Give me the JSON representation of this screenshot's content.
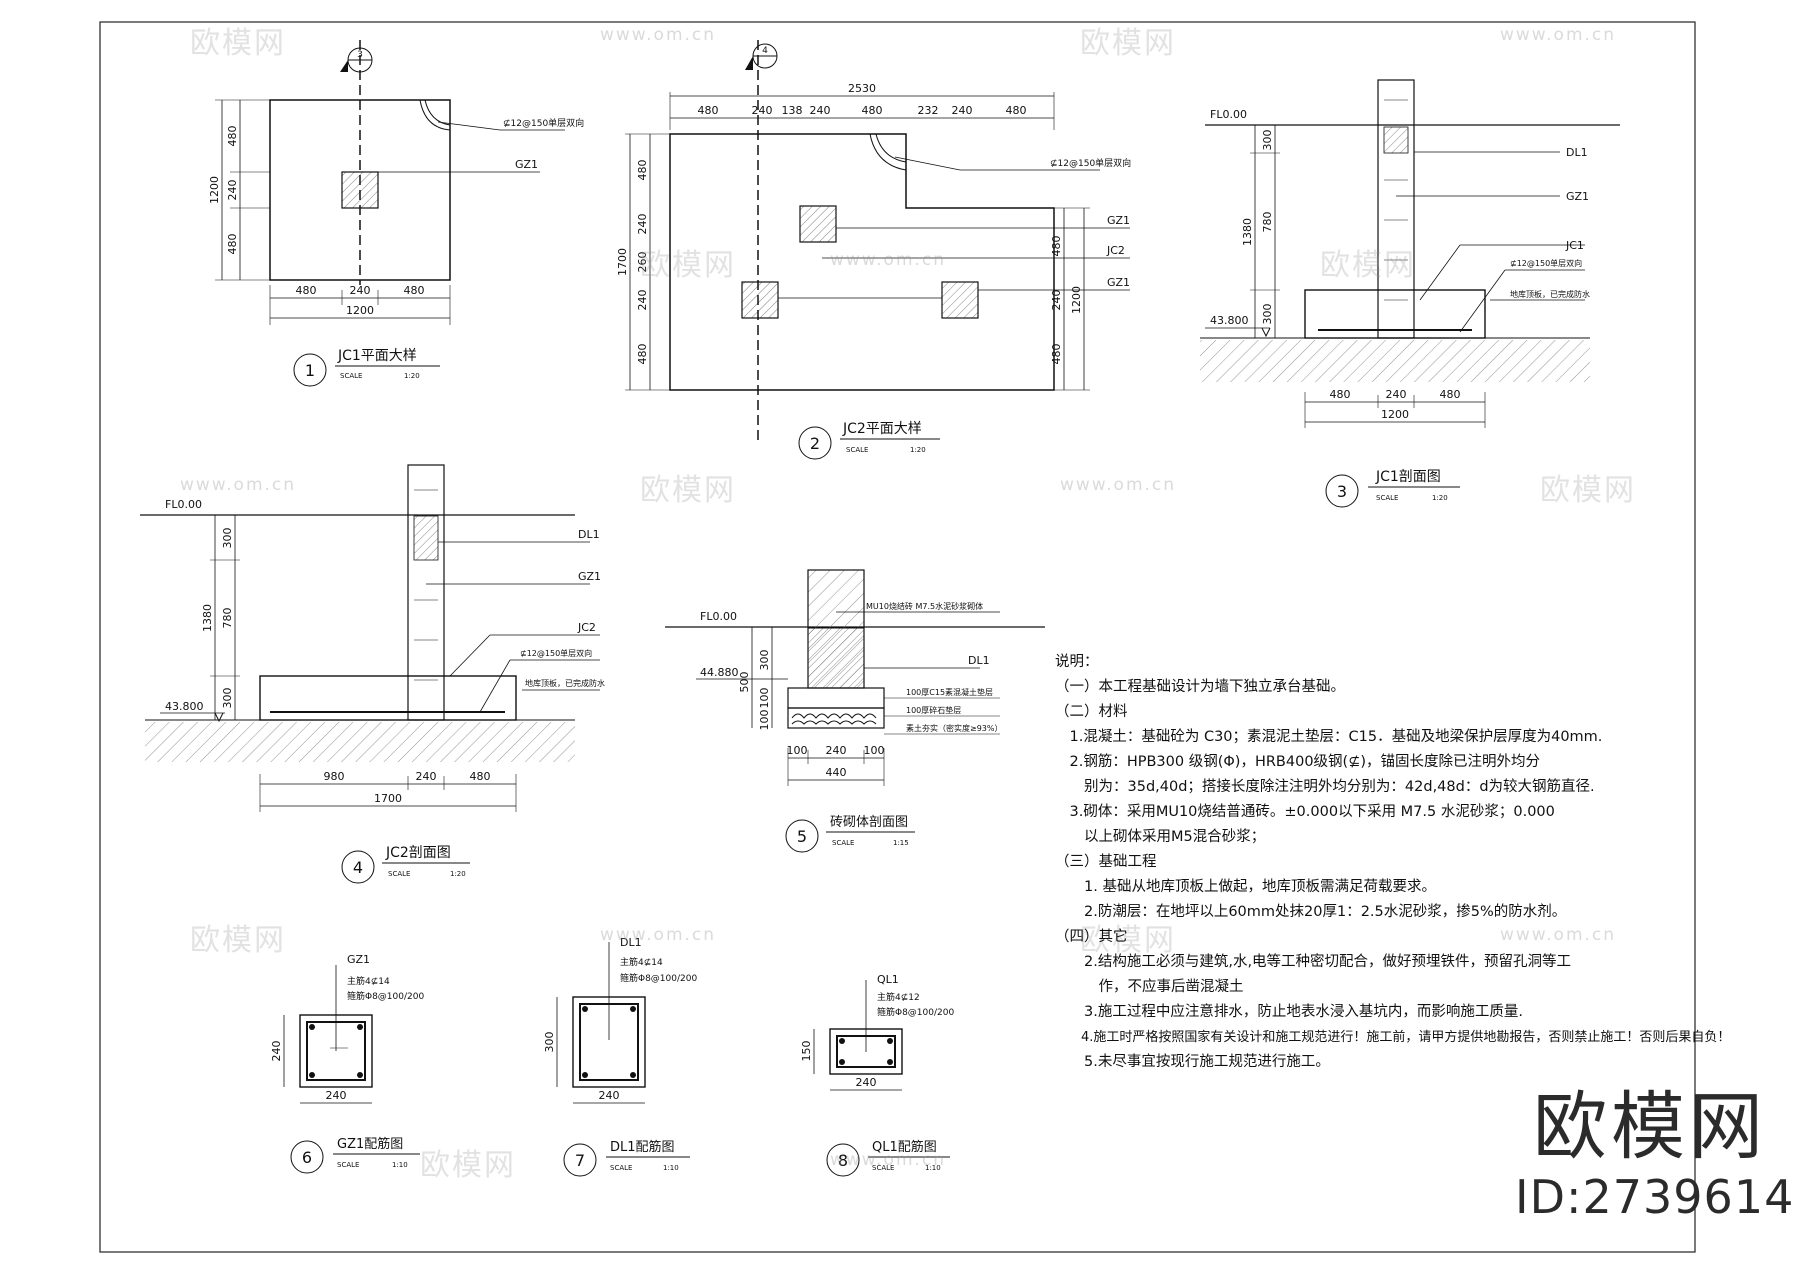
{
  "drawings": {
    "d1": {
      "num": "1",
      "title": "JC1平面大样",
      "scale_label": "SCALE",
      "scale": "1:20",
      "dims_x": [
        "480",
        "240",
        "480"
      ],
      "dim_total_x": "1200",
      "dims_y": [
        "480",
        "240",
        "480"
      ],
      "dim_total_y": "1200",
      "labels": {
        "rebar": "⊈12@150单层双向",
        "col": "GZ1"
      },
      "section_mark": "3"
    },
    "d2": {
      "num": "2",
      "title": "JC2平面大样",
      "scale_label": "SCALE",
      "scale": "1:20",
      "dims_top": [
        "480",
        "240",
        "138",
        "240",
        "480",
        "232",
        "240",
        "480"
      ],
      "dim_total_top": "2530",
      "dims_left": [
        "480",
        "240",
        "260",
        "240",
        "480"
      ],
      "dim_total_left": "1700",
      "dims_right": [
        "480",
        "240",
        "480"
      ],
      "dim_total_right": "1200",
      "labels": {
        "rebar": "⊈12@150单层双向",
        "gz1a": "GZ1",
        "jc2": "JC2",
        "gz1b": "GZ1"
      },
      "section_mark": "4"
    },
    "d3": {
      "num": "3",
      "title": "JC1剖面图",
      "scale_label": "SCALE",
      "scale": "1:20",
      "fl": "FL0.00",
      "elev": "43.800",
      "dims_v": [
        "300",
        "780",
        "300"
      ],
      "dim_total_v": "1380",
      "dims_h": [
        "480",
        "240",
        "480"
      ],
      "dim_total_h": "1200",
      "labels": {
        "dl1": "DL1",
        "gz1": "GZ1",
        "jc1": "JC1",
        "rebar": "⊈12@150单层双向",
        "roof": "地库顶板，已完成防水"
      }
    },
    "d4": {
      "num": "4",
      "title": "JC2剖面图",
      "scale_label": "SCALE",
      "scale": "1:20",
      "fl": "FL0.00",
      "elev": "43.800",
      "dims_v": [
        "300",
        "780",
        "300"
      ],
      "dim_total_v": "1380",
      "dims_h": [
        "980",
        "240",
        "480"
      ],
      "dim_total_h": "1700",
      "labels": {
        "dl1": "DL1",
        "gz1": "GZ1",
        "jc2": "JC2",
        "rebar": "⊈12@150单层双向",
        "roof": "地库顶板，已完成防水"
      }
    },
    "d5": {
      "num": "5",
      "title": "砖砌体剖面图",
      "scale_label": "SCALE",
      "scale": "1:15",
      "fl": "FL0.00",
      "elev": "44.880",
      "dims_v": [
        "300",
        "500",
        "100",
        "100"
      ],
      "dims_h": [
        "100",
        "240",
        "100"
      ],
      "dim_total_h": "440",
      "labels": {
        "wall": "MU10烧结砖 M7.5水泥砂浆砌体",
        "dl1": "DL1",
        "c15": "100厚C15素混凝土垫层",
        "gravel": "100厚碎石垫层",
        "soil": "素土夯实（密实度≥93%）"
      }
    },
    "d6": {
      "num": "6",
      "title": "GZ1配筋图",
      "scale_label": "SCALE",
      "scale": "1:10",
      "name": "GZ1",
      "main": "主筋4⊈14",
      "stirrup": "箍筋Φ8@100/200",
      "w": "240",
      "h": "240"
    },
    "d7": {
      "num": "7",
      "title": "DL1配筋图",
      "scale_label": "SCALE",
      "scale": "1:10",
      "name": "DL1",
      "main": "主筋4⊈14",
      "stirrup": "箍筋Φ8@100/200",
      "w": "240",
      "h": "300"
    },
    "d8": {
      "num": "8",
      "title": "QL1配筋图",
      "scale_label": "SCALE",
      "scale": "1:10",
      "name": "QL1",
      "main": "主筋4⊈12",
      "stirrup": "箍筋Φ8@100/200",
      "w": "240",
      "h": "150"
    }
  },
  "notes": [
    "说明：",
    "（一）本工程基础设计为墙下独立承台基础。",
    "（二）材料",
    "　1.混凝土：基础砼为 C30；素混泥土垫层：C15．基础及地梁保护层厚度为40mm.",
    "　2.钢筋：HPB300 级钢(Φ)，HRB400级钢(⊈)，锚固长度除已注明外均分",
    "　　别为：35d,40d；搭接长度除注注明外均分别为：42d,48d：d为较大钢筋直径.",
    "　3.砌体：采用MU10烧结普通砖。±0.000以下采用 M7.5 水泥砂浆；0.000",
    "　　以上砌体采用M5混合砂浆；",
    "（三）基础工程",
    "　　1. 基础从地库顶板上做起，地库顶板需满足荷载要求。",
    "　　2.防潮层：在地坪以上60mm处抹20厚1：2.5水泥砂浆，掺5%的防水剂。",
    "（四）其它",
    "　　2.结构施工必须与建筑,水,电等工种密切配合，做好预埋铁件，预留孔洞等工",
    "　　　作，不应事后凿混凝土",
    "　　3.施工过程中应注意排水，防止地表水浸入基坑内，而影响施工质量.",
    "　　4.施工时严格按照国家有关设计和施工规范进行！施工前，请甲方提供地勘报告，否则禁止施工！否则后果自负！",
    "　　5.未尽事宜按现行施工规范进行施工。"
  ],
  "brand": {
    "logo": "欧模网",
    "id": "ID:2739614"
  },
  "watermark": {
    "logo": "欧模网",
    "url": "www.om.cn"
  }
}
